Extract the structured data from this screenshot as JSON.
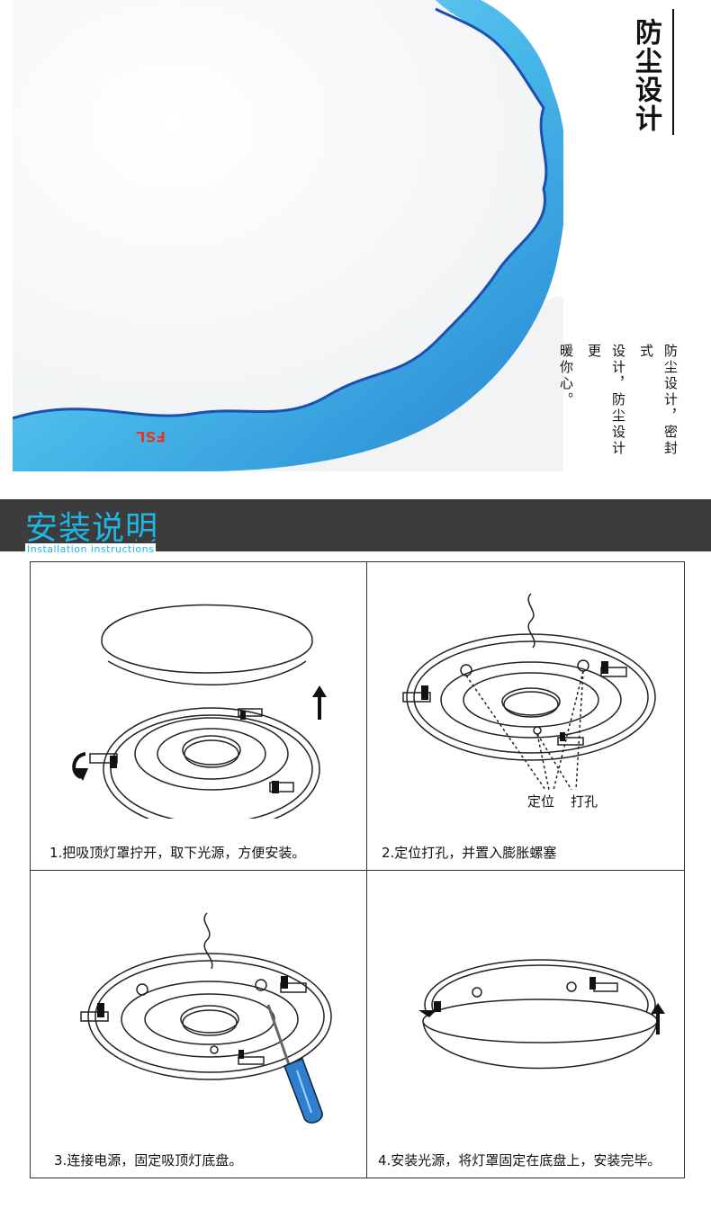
{
  "hero": {
    "title": "防尘设计",
    "description_lines": [
      "防尘设计，密封式",
      "设计，防尘设计更",
      "暖你心。"
    ]
  },
  "section": {
    "title": "安装说明",
    "subtitle": "Installation instructions"
  },
  "steps": [
    {
      "caption": "1.把吸顶灯罩拧开，取下光源，方便安装。"
    },
    {
      "caption": "2.定位打孔，并置入膨胀螺塞",
      "label_position": "定位",
      "label_drill": "打孔"
    },
    {
      "caption": "3.连接电源，固定吸顶灯底盘。"
    },
    {
      "caption": "4.安装光源，将灯罩固定在底盘上，安装完毕。"
    }
  ],
  "colors": {
    "accent": "#1fb6e6",
    "banner_bg": "#3c3c3c",
    "glass_blue": "#3fb5e8",
    "logo_red": "#e0372a"
  }
}
